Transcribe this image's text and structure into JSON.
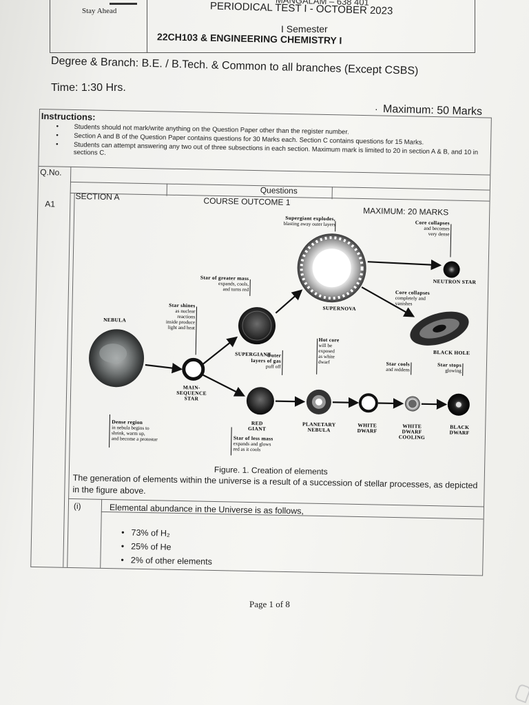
{
  "header": {
    "logo_tagline": "Stay Ahead",
    "college_partial": "MANGALAM – 638 401",
    "test_title": "PERIODICAL TEST I - OCTOBER 2023",
    "semester": "I Semester",
    "course_title": "22CH103 & ENGINEERING CHEMISTRY I"
  },
  "meta": {
    "degree": "Degree & Branch: B.E. / B.Tech. & Common to all branches (Except CSBS)",
    "time": "Time: 1:30 Hrs.",
    "max_marks": "Maximum: 50 Marks"
  },
  "instructions": {
    "title": "Instructions:",
    "items": [
      "Students should not mark/write anything on the Question Paper other than the register number.",
      "Section A and B of the Question Paper contains questions for 30 Marks each. Section C contains questions for 15 Marks.",
      "Students can attempt answering any two out of three subsections in each section. Maximum mark is limited to 20 in section A & B, and 10 in sections C."
    ]
  },
  "table": {
    "qno_header": "Q.No.",
    "questions_header": "Questions",
    "section": "SECTION A",
    "course_outcome": "COURSE OUTCOME 1",
    "max_marks": "MAXIMUM: 20 MARKS",
    "question_id": "A1"
  },
  "figure": {
    "caption": "Figure. 1. Creation of elements",
    "labels": {
      "supergiant_explodes_1": "Supergiant explodes,",
      "supergiant_explodes_2": "blasting away outer layers",
      "core_collapses_1a": "Core collapses",
      "core_collapses_1b": "and becomes",
      "core_collapses_1c": "very dense",
      "neutron_star": "NEUTRON STAR",
      "greater_mass_1": "Star of greater mass",
      "greater_mass_2": "expands, cools,",
      "greater_mass_3": "and turns red",
      "core_collapses_2a": "Core collapses",
      "core_collapses_2b": "completely and",
      "core_collapses_2c": "vanishes",
      "supernova": "SUPERNOVA",
      "star_shines_1": "Star shines",
      "star_shines_2": "as nuclear",
      "star_shines_3": "reactions",
      "star_shines_4": "inside produce",
      "star_shines_5": "light and heat",
      "nebula": "NEBULA",
      "black_hole": "BLACK HOLE",
      "supergiant": "SUPERGIANT",
      "hot_core_1": "Hot core",
      "hot_core_2": "will be",
      "hot_core_3": "exposed",
      "hot_core_4": "as white",
      "hot_core_5": "dwarf",
      "outer_layers_1": "Outer",
      "outer_layers_2": "layers of gas",
      "outer_layers_3": "puff off",
      "star_cools_1": "Star cools",
      "star_cools_2": "and reddens",
      "star_stops_1": "Star stops",
      "star_stops_2": "glowing",
      "main_seq_1": "MAIN-",
      "main_seq_2": "SEQUENCE",
      "main_seq_3": "STAR",
      "red_giant_1": "RED",
      "red_giant_2": "GIANT",
      "planetary_1": "PLANETARY",
      "planetary_2": "NEBULA",
      "white_dwarf_1": "WHITE",
      "white_dwarf_2": "DWARF",
      "wd_cooling_1": "WHITE",
      "wd_cooling_2": "DWARF",
      "wd_cooling_3": "COOLING",
      "black_dwarf_1": "BLACK",
      "black_dwarf_2": "DWARF",
      "dense_region_1": "Dense region",
      "dense_region_2": "in nebula begins to",
      "dense_region_3": "shrink, warm up,",
      "dense_region_4": "and become a protostar",
      "less_mass_1": "Star of less mass",
      "less_mass_2": "expands and glows",
      "less_mass_3": "red as it cools"
    }
  },
  "body": {
    "paragraph": "The generation of elements within the universe is a result of a succession of stellar processes, as depicted in the figure above.",
    "sub_label": "(i)",
    "sub_text": "Elemental abundance in the Universe is as follows,",
    "bullets": [
      "73% of H₂",
      "25% of He",
      "2% of other elements"
    ]
  },
  "footer": {
    "page": "Page 1 of 8"
  }
}
